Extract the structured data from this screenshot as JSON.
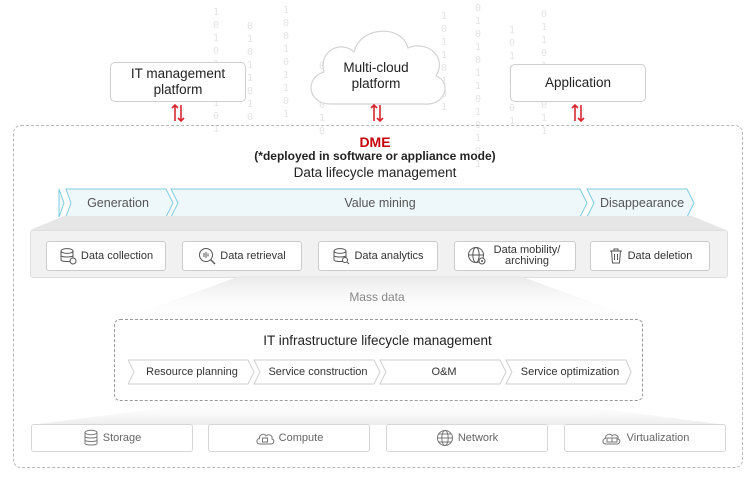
{
  "top_entities": {
    "it_platform": "IT management platform",
    "cloud": "Multi-cloud platform",
    "application": "Application"
  },
  "dme": {
    "title": "DME",
    "subtitle": "(*deployed in software or appliance mode)",
    "lifecycle": "Data lifecycle management"
  },
  "stages": [
    "Generation",
    "Value mining",
    "Disappearance"
  ],
  "functions": [
    "Data collection",
    "Data retrieval",
    "Data analytics",
    "Data mobility/ archiving",
    "Data deletion"
  ],
  "mass_data": "Mass data",
  "infra": {
    "title": "IT infrastructure lifecycle management",
    "stages": [
      "Resource planning",
      "Service construction",
      "O&M",
      "Service optimization"
    ]
  },
  "base": [
    "Storage",
    "Compute",
    "Network",
    "Virtualization"
  ],
  "colors": {
    "dme_red": "#c7000b",
    "stage_fill": "#eef8fb",
    "stage_border": "#7fcbe0",
    "arrow_red": "#d9262e"
  },
  "icons": {
    "functions": [
      "database-icon",
      "search-icon",
      "analytics-icon",
      "globe-gear-icon",
      "trash-icon"
    ],
    "base": [
      "storage-icon",
      "compute-icon",
      "network-icon",
      "virtualization-icon"
    ]
  }
}
